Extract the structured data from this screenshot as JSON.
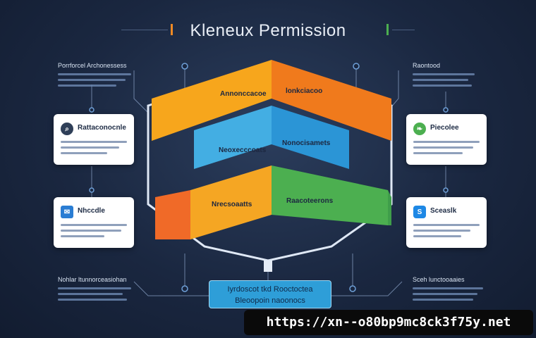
{
  "title": "Kleneux Permission",
  "left_top": {
    "heading": "Porrforcel Archonessess"
  },
  "right_top": {
    "heading": "Raontood"
  },
  "left_bottom": {
    "heading": "Nohlar ltunnorceasiohan"
  },
  "right_bottom": {
    "heading": "Sceh lunctooaaies"
  },
  "cards": [
    {
      "label": "Rattaconocnle",
      "icon": "search-icon",
      "color": "#2f3f58"
    },
    {
      "label": "Piecolee",
      "icon": "leaf-icon",
      "color": "#4caf50"
    },
    {
      "label": "Nhccdle",
      "icon": "mail-icon",
      "color": "#2a7dd3"
    },
    {
      "label": "Sceaslk",
      "icon": "shield-icon",
      "color": "#1e88e5"
    }
  ],
  "cube": {
    "top_left": "Annonccacoe",
    "top_right": "lonkciacoo",
    "mid_left": "Neoxecccoats",
    "mid_right": "Nonocisamets",
    "low_left": "Nrecsoaatts",
    "low_right": "Raacoteerons"
  },
  "bottom_box": {
    "line1": "Iyrdoscot tkd Rooctoctea",
    "line2": "Bleoopoin naoonocs"
  },
  "url": "https://xn--o80bp9mc8ck3f75y.net"
}
